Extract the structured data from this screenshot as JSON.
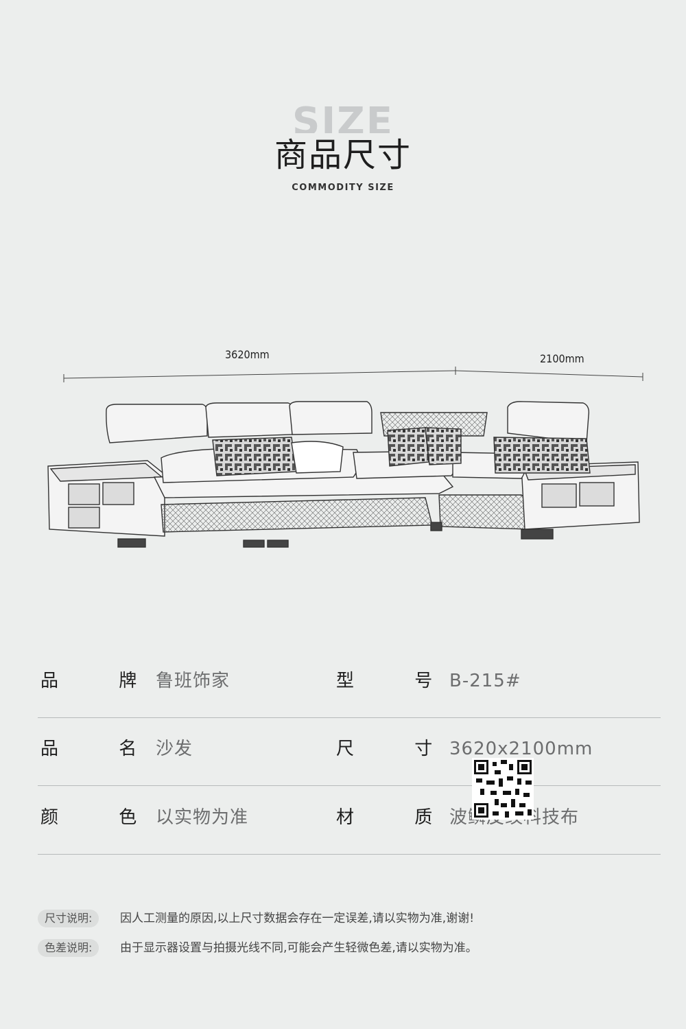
{
  "header": {
    "bg_word": "SIZE",
    "title": "商品尺寸",
    "subtitle": "COMMODITY SIZE"
  },
  "dimensions": {
    "length": "3620mm",
    "depth": "2100mm"
  },
  "specs": [
    {
      "left_label": "品 牌",
      "left_value": "鲁班饰家",
      "right_label": "型 号",
      "right_value": "B-215#"
    },
    {
      "left_label": "品 名",
      "left_value": "沙发",
      "right_label": "尺 寸",
      "right_value": "3620x2100mm"
    },
    {
      "left_label": "颜 色",
      "left_value": "以实物为准",
      "right_label": "材 质",
      "right_value": "波鳞皮纹科技布"
    }
  ],
  "notes": [
    {
      "tag": "尺寸说明:",
      "text": "因人工测量的原因,以上尺寸数据会存在一定误差,请以实物为准,谢谢!"
    },
    {
      "tag": "色差说明:",
      "text": "由于显示器设置与拍摄光线不同,可能会产生轻微色差,请以实物为准。"
    }
  ],
  "colors": {
    "background": "#eceeed",
    "title": "#1e1e1e",
    "value_text": "#6c6d6e",
    "divider": "#b6b9ba"
  }
}
